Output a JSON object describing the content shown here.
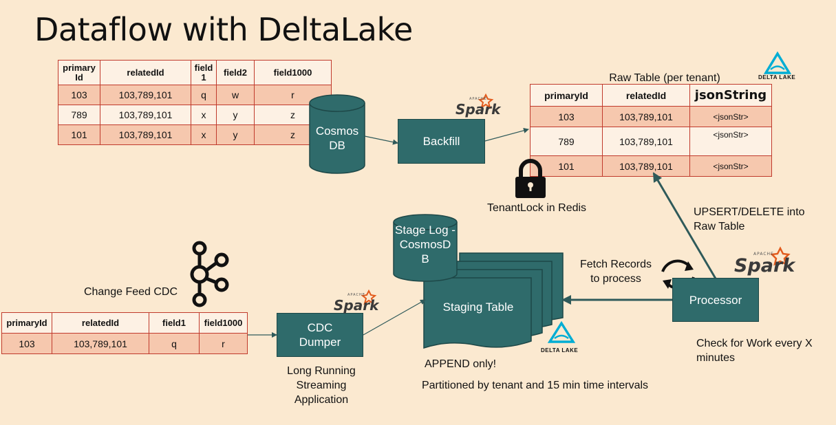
{
  "title": "Dataflow with DeltaLake",
  "source_table": {
    "headers": [
      "primary Id",
      "relatedId",
      "field 1",
      "field2",
      "field1000"
    ],
    "rows": [
      [
        "103",
        "103,789,101",
        "q",
        "w",
        "r"
      ],
      [
        "789",
        "103,789,101",
        "x",
        "y",
        "z"
      ],
      [
        "101",
        "103,789,101",
        "x",
        "y",
        "z"
      ]
    ]
  },
  "cosmos_db": {
    "label": "Cosmos DB"
  },
  "backfill": {
    "label": "Backfill",
    "spark_logo": "Spark",
    "apache": "APACHE"
  },
  "raw_table": {
    "caption": "Raw Table (per tenant)",
    "headers": [
      "primaryId",
      "relatedId",
      "jsonString"
    ],
    "rows": [
      [
        "103",
        "103,789,101",
        "<jsonStr>"
      ],
      [
        "789",
        "103,789,101",
        "<jsonStr>"
      ],
      [
        "101",
        "103,789,101",
        "<jsonStr>"
      ]
    ],
    "delta_logo": "DELTA LAKE"
  },
  "tenant_lock": {
    "label": "TenantLock in Redis",
    "icon": "lock-icon"
  },
  "upsert_label": "UPSERT/DELETE into Raw Table",
  "stage_log": {
    "label": "Stage Log - CosmosD B"
  },
  "kafka": {
    "icon": "kafka-icon",
    "label": "Change Feed CDC"
  },
  "cdc_table": {
    "headers": [
      "primaryId",
      "relatedId",
      "field1",
      "field1000"
    ],
    "rows": [
      [
        "103",
        "103,789,101",
        "q",
        "r"
      ]
    ]
  },
  "cdc_dumper": {
    "label": "CDC Dumper",
    "spark_logo": "Spark",
    "apache": "APACHE",
    "note": "Long Running Streaming Application"
  },
  "staging_table": {
    "label": "Staging Table",
    "delta_logo": "DELTA LAKE",
    "append_note": "APPEND only!",
    "partition_note": "Partitioned by tenant and  15 min time intervals"
  },
  "fetch_label": "Fetch Records to process",
  "processor": {
    "label": "Processor",
    "spark_logo": "Spark",
    "apache": "APACHE",
    "note": "Check for Work every X minutes",
    "refresh_icon": "refresh-icon"
  },
  "colors": {
    "background": "#fbe9d0",
    "box": "#2f6b6b",
    "table_border": "#c0392b",
    "row_alt": "#f6c8ae",
    "row_plain": "#fdf1e4",
    "spark_star": "#e25a1c",
    "delta": "#00add4"
  }
}
